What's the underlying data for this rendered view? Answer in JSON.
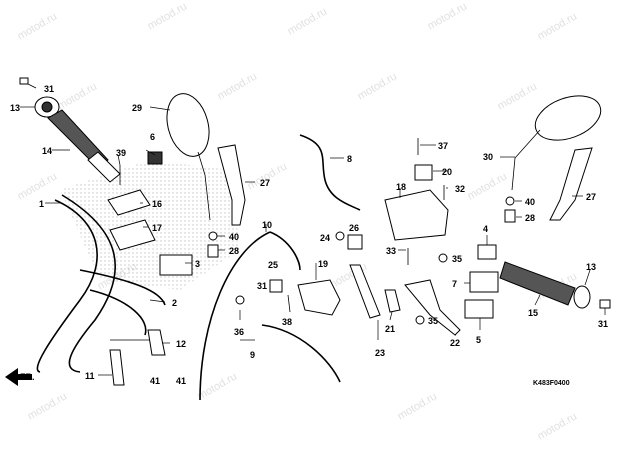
{
  "diagram": {
    "watermark": "motod.ru",
    "code": "K483F0400",
    "direction_label": "FR.",
    "labels": {
      "n1": "1",
      "n2": "2",
      "n3": "3",
      "n4": "4",
      "n5": "5",
      "n6": "6",
      "n7": "7",
      "n8": "8",
      "n9": "9",
      "n10": "10",
      "n11": "11",
      "n12": "12",
      "n13a": "13",
      "n13b": "13",
      "n14": "14",
      "n15": "15",
      "n16": "16",
      "n17": "17",
      "n18": "18",
      "n19": "19",
      "n20": "20",
      "n21": "21",
      "n22": "22",
      "n23": "23",
      "n24": "24",
      "n25": "25",
      "n26": "26",
      "n27a": "27",
      "n27b": "27",
      "n28a": "28",
      "n28b": "28",
      "n29": "29",
      "n30": "30",
      "n31a": "31",
      "n31b": "31",
      "n32": "32",
      "n33": "33",
      "n35a": "35",
      "n35b": "35",
      "n36": "36",
      "n37": "37",
      "n38": "38",
      "n39": "39",
      "n40a": "40",
      "n40b": "40",
      "n41a": "41",
      "n41b": "41"
    }
  }
}
